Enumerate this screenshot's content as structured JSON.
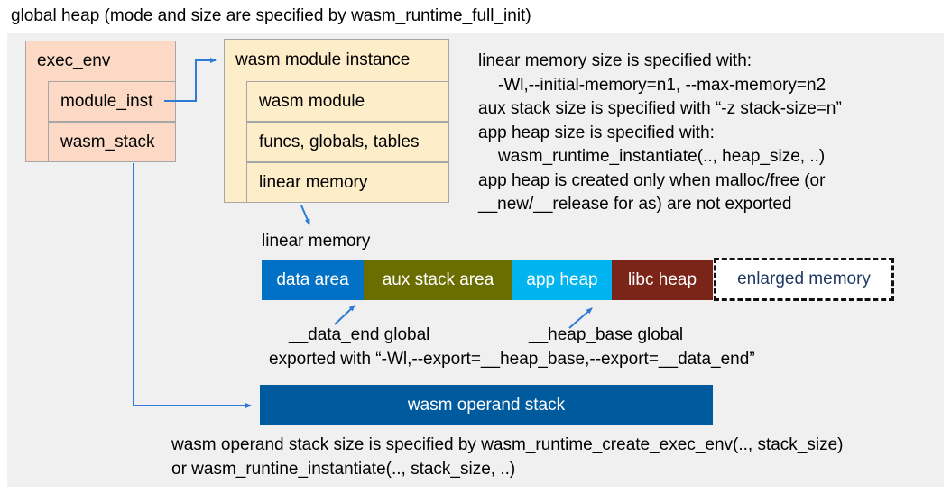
{
  "title": "global heap (mode and size are specified by wasm_runtime_full_init)",
  "colors": {
    "panel_bg": "#f0f0f0",
    "box_pink": "#fbd9c5",
    "box_cream": "#fdeec9",
    "border_gray": "#a6a6a6",
    "arrow_blue": "#2e7ad6",
    "enlarged_text": "#1f3864"
  },
  "exec_env": {
    "header": "exec_env",
    "rows": [
      {
        "label": "module_inst"
      },
      {
        "label": "wasm_stack"
      }
    ]
  },
  "module_instance": {
    "header": "wasm module instance",
    "rows": [
      {
        "label": "wasm module"
      },
      {
        "label": "funcs, globals, tables"
      },
      {
        "label": "linear memory"
      }
    ]
  },
  "linear_memory_notes": {
    "lines": [
      {
        "text": "linear memory size is specified with:"
      },
      {
        "text": "-Wl,--initial-memory=n1, --max-memory=n2"
      },
      {
        "text": "aux stack size is specified with “-z stack-size=n”"
      },
      {
        "text": "app heap size is specified with:"
      },
      {
        "text": "wasm_runtime_instantiate(.., heap_size, ..)"
      },
      {
        "text": "app heap is created only when malloc/free (or"
      },
      {
        "text": "__new/__release for as) are not exported"
      }
    ]
  },
  "linear_memory": {
    "label": "linear memory",
    "segments": [
      {
        "label": "data area",
        "color": "#0071c5"
      },
      {
        "label": "aux stack area",
        "color": "#6a6d00"
      },
      {
        "label": "app heap",
        "color": "#00b4ef"
      },
      {
        "label": "libc heap",
        "color": "#7b2418"
      },
      {
        "label": "enlarged memory",
        "color": "#ffffff"
      }
    ]
  },
  "globals_annotation": {
    "data_end": "__data_end global",
    "heap_base": "__heap_base global",
    "exported": "exported with “-Wl,--export=__heap_base,--export=__data_end”"
  },
  "operand_stack": {
    "label": "wasm operand stack"
  },
  "bottom_notes": {
    "lines": [
      {
        "text": "wasm operand stack size is specified by wasm_runtime_create_exec_env(.., stack_size)"
      },
      {
        "text": "or wasm_runtine_instantiate(.., stack_size, ..)"
      }
    ]
  }
}
